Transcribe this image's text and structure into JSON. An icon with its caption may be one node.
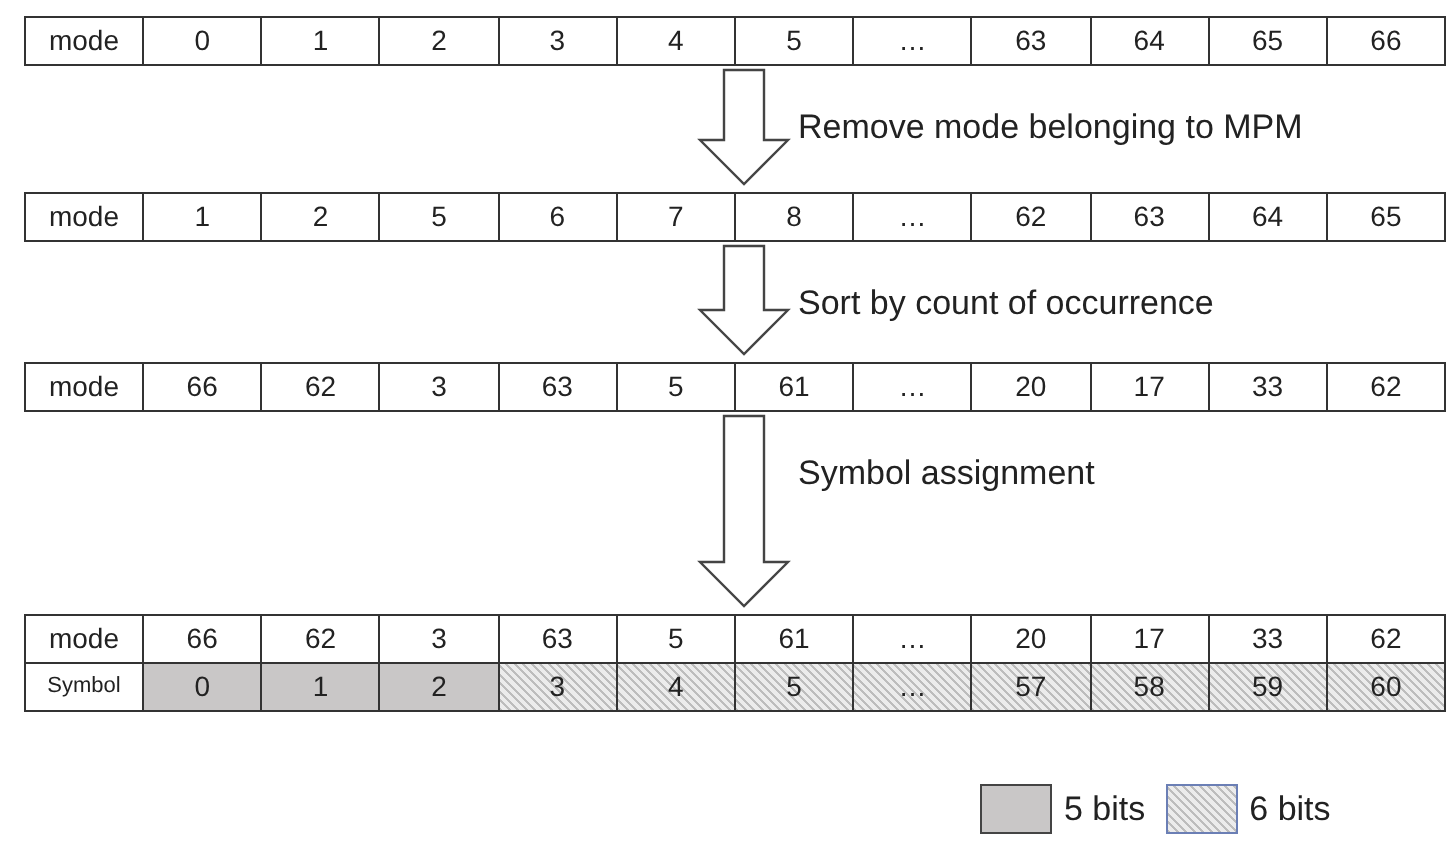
{
  "diagram": {
    "nodes": [
      {
        "text": [
          "mode",
          "0",
          "1",
          "2",
          "3",
          "4",
          "5",
          "…",
          "63",
          "64",
          "65",
          "66"
        ]
      },
      {
        "text": [
          "mode",
          "1",
          "2",
          "5",
          "6",
          "7",
          "8",
          "…",
          "62",
          "63",
          "64",
          "65"
        ]
      },
      {
        "text": [
          "mode",
          "66",
          "62",
          "3",
          "63",
          "5",
          "61",
          "…",
          "20",
          "17",
          "33",
          "62"
        ]
      },
      {
        "text": [
          "mode",
          "66",
          "62",
          "3",
          "63",
          "5",
          "61",
          "…",
          "20",
          "17",
          "33",
          "62",
          "Symbol",
          "0",
          "1",
          "2",
          "3",
          "4",
          "5",
          "…",
          "57",
          "58",
          "59",
          "60"
        ]
      }
    ],
    "edges": [
      {
        "from": 0,
        "to": 1,
        "arrow": "to",
        "label": "Remove mode belonging to MPM"
      },
      {
        "from": 1,
        "to": 2,
        "arrow": "to",
        "label": "Sort by count of occurrence"
      },
      {
        "from": 2,
        "to": 3,
        "arrow": "to",
        "label": "Symbol assignment"
      }
    ],
    "legend": [
      {
        "text": "5 bits",
        "color": "#c9c7c7"
      },
      {
        "text": "6 bits"
      }
    ]
  }
}
